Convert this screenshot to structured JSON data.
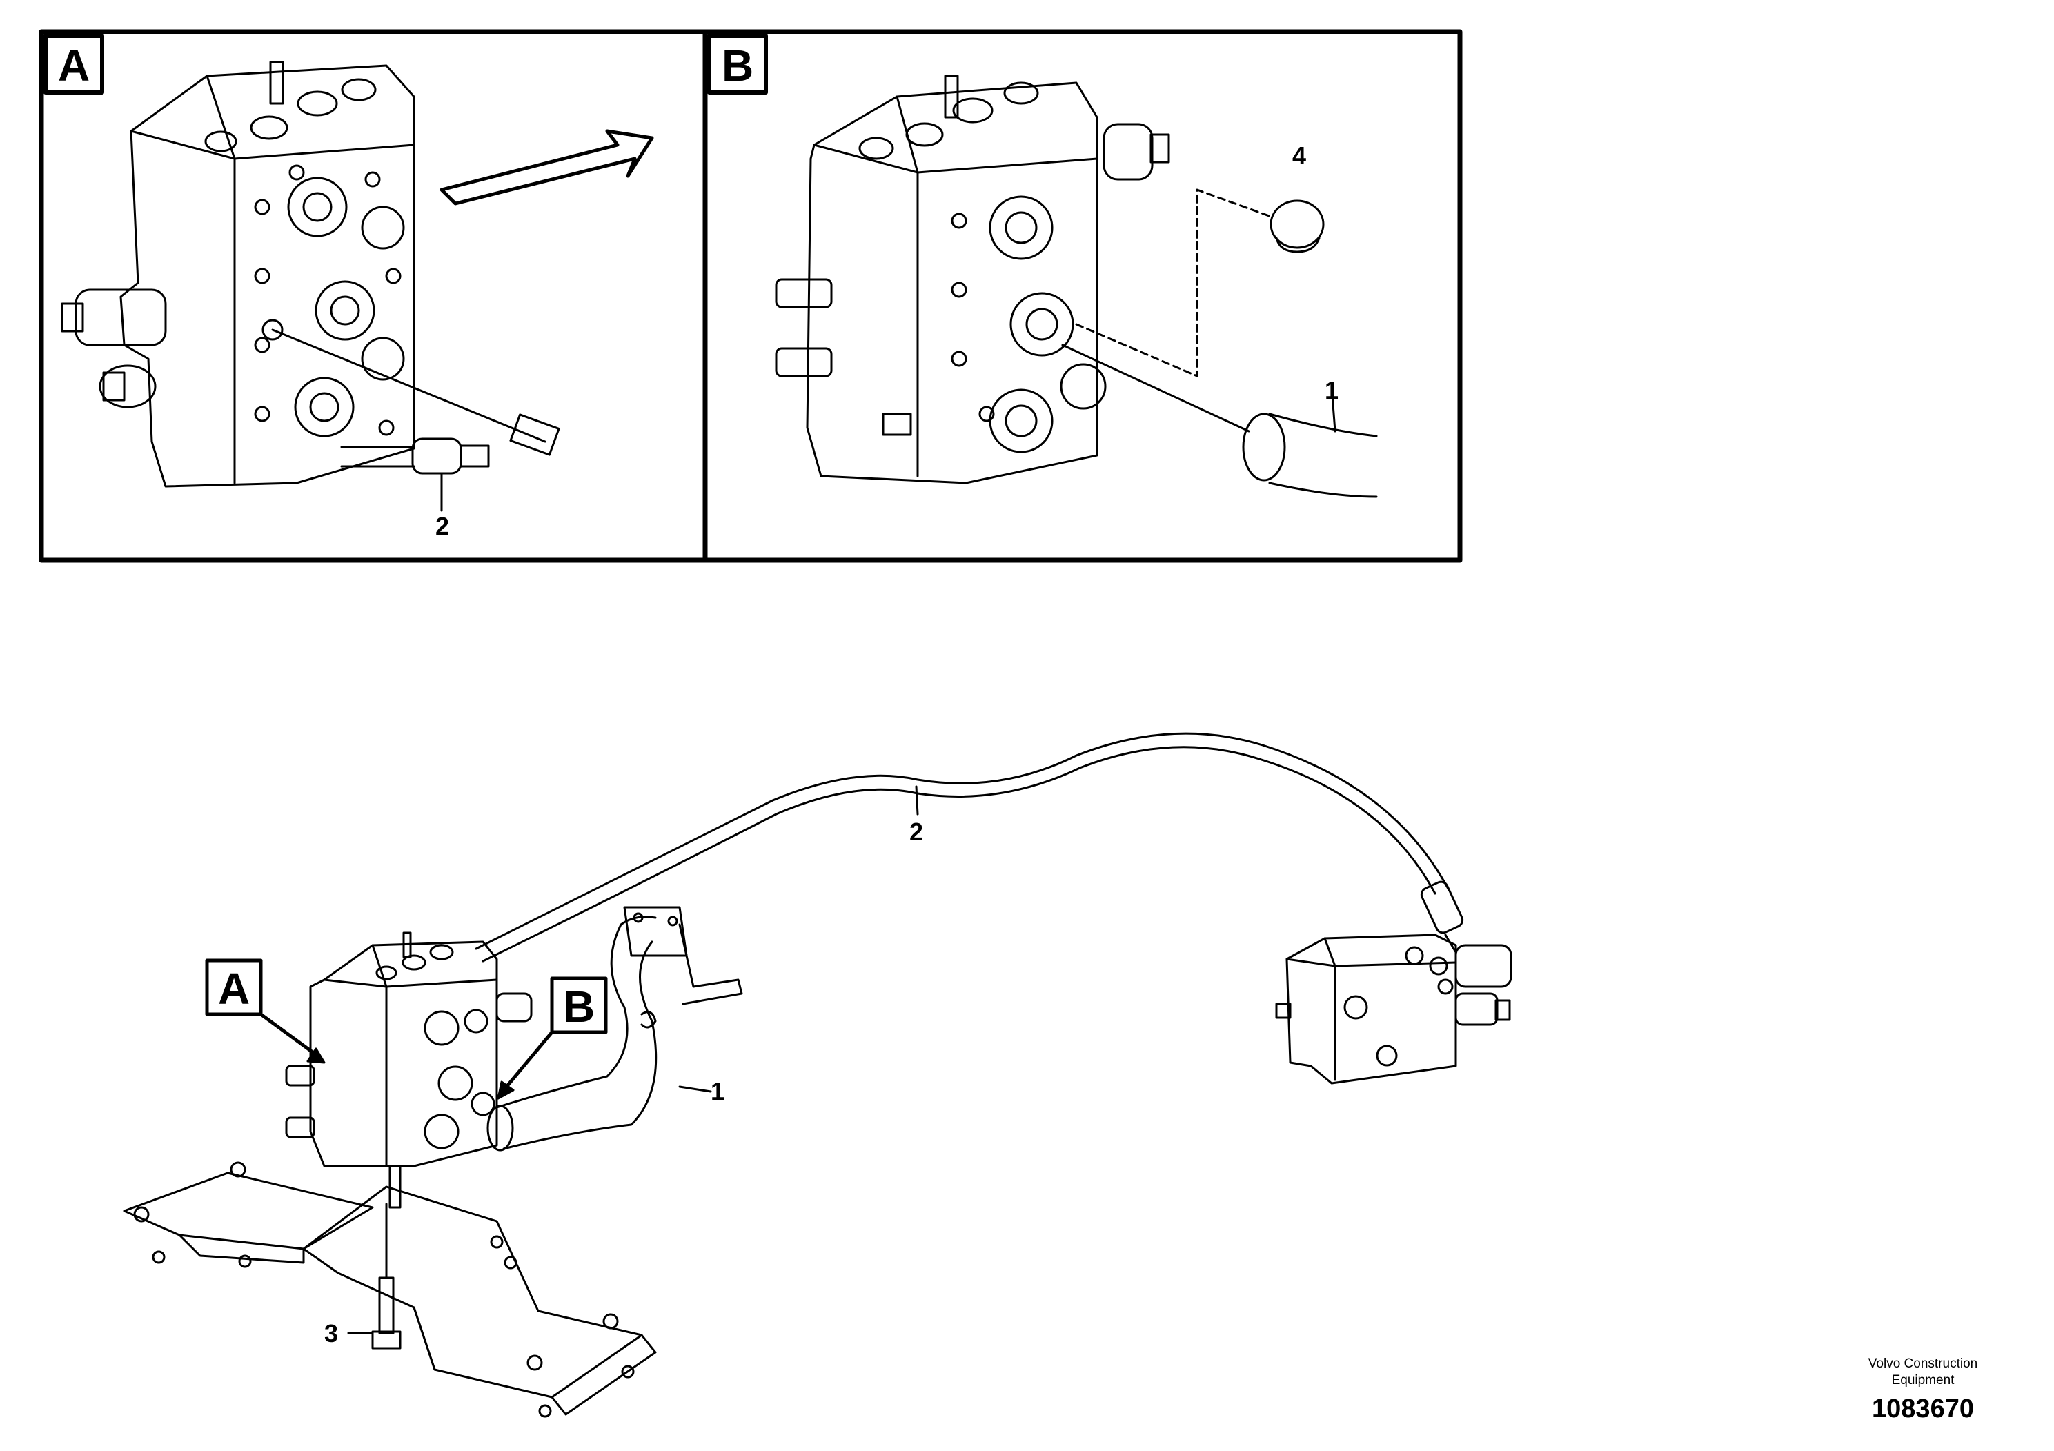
{
  "views": [
    {
      "letter": "A"
    },
    {
      "letter": "B"
    }
  ],
  "callouts": {
    "inset_a_item": "2",
    "inset_b_plug": "4",
    "inset_b_hose": "1",
    "main_line": "2",
    "main_hose": "1",
    "main_bolt": "3",
    "main_view_a": "A",
    "main_view_b": "B"
  },
  "footer": {
    "company_line1": "Volvo Construction",
    "company_line2": "Equipment",
    "doc_number": "1083670"
  }
}
